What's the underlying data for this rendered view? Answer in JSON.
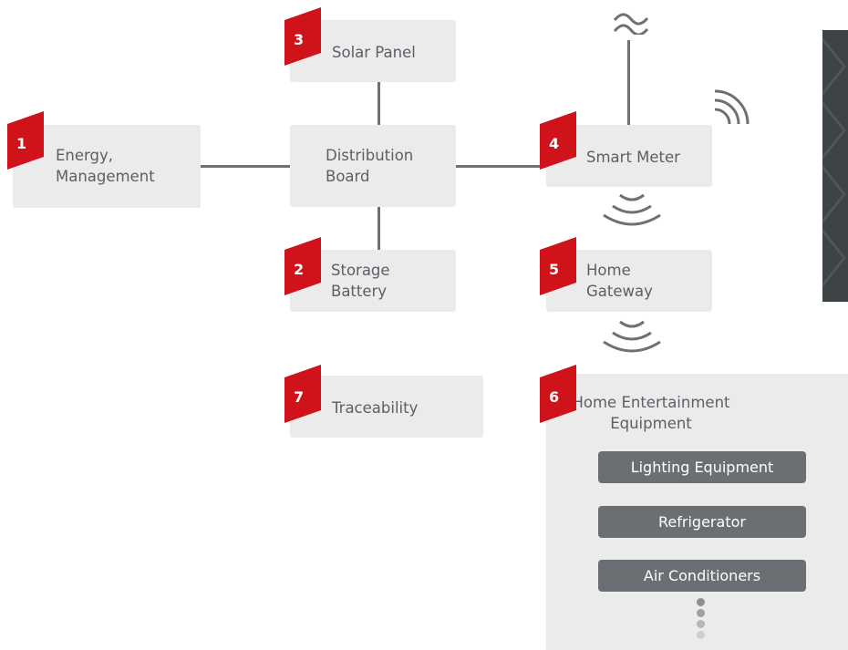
{
  "nodes": {
    "energy": {
      "num": "1",
      "line1": "Energy,",
      "line2": "Management"
    },
    "storage": {
      "num": "2",
      "line1": "Storage",
      "line2": "Battery"
    },
    "solar": {
      "num": "3",
      "label": "Solar Panel"
    },
    "smart_meter": {
      "num": "4",
      "label": "Smart Meter"
    },
    "gateway": {
      "num": "5",
      "line1": "Home",
      "line2": "Gateway"
    },
    "entertainment": {
      "num": "6",
      "line1": "Home Entertainment",
      "line2": "Equipment"
    },
    "traceability": {
      "num": "7",
      "label": "Traceability"
    },
    "distribution": {
      "line1": "Distribution",
      "line2": "Board"
    }
  },
  "equipment": [
    "Lighting Equipment",
    "Refrigerator",
    "Air Conditioners"
  ],
  "colors": {
    "accent": "#d0121b",
    "box": "#ebebec",
    "pill": "#6b6e72",
    "panel": "#3e4346"
  }
}
